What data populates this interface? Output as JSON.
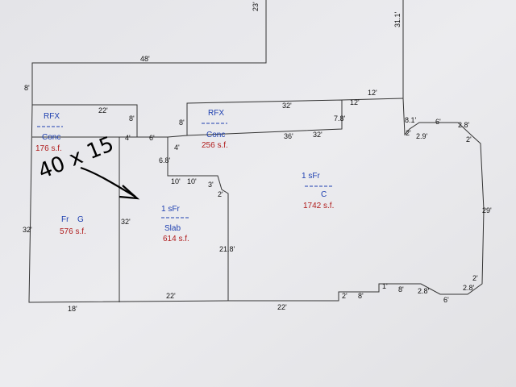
{
  "background_color": "#e7e7ea",
  "wall_color": "#333333",
  "label_blue": "#1d3fb0",
  "label_red": "#b01c1c",
  "areas": [
    {
      "code": "RFX",
      "type": "Conc",
      "area": "176 s.f."
    },
    {
      "code": "RFX",
      "type": "Conc",
      "area": "256 s.f."
    },
    {
      "code": "Fr",
      "type": "G",
      "area": "576 s.f."
    },
    {
      "code": "1 sFr",
      "type": "Slab",
      "area": "614 s.f."
    },
    {
      "code": "1 sFr",
      "type": "C",
      "area": "1742 s.f."
    }
  ],
  "dimensions": [
    "23'",
    "31.1'",
    "48'",
    "8'",
    "22'",
    "8'",
    "32'",
    "12'",
    "12'",
    "7.8'",
    "4'",
    "6'",
    "8'",
    "4'",
    "36'",
    "32'",
    "6.8'",
    "10'",
    "10'",
    "3'",
    "2'",
    "2'",
    "8.1'",
    "6'",
    "2.8'",
    "2.9'",
    "2'",
    "29'",
    "32'",
    "32'",
    "21.8'",
    "22'",
    "18'",
    "22'",
    "2'",
    "8'",
    "1'",
    "8'",
    "2.8'",
    "6'",
    "2.8'",
    "2'"
  ],
  "handwritten_note": "40 x 15"
}
